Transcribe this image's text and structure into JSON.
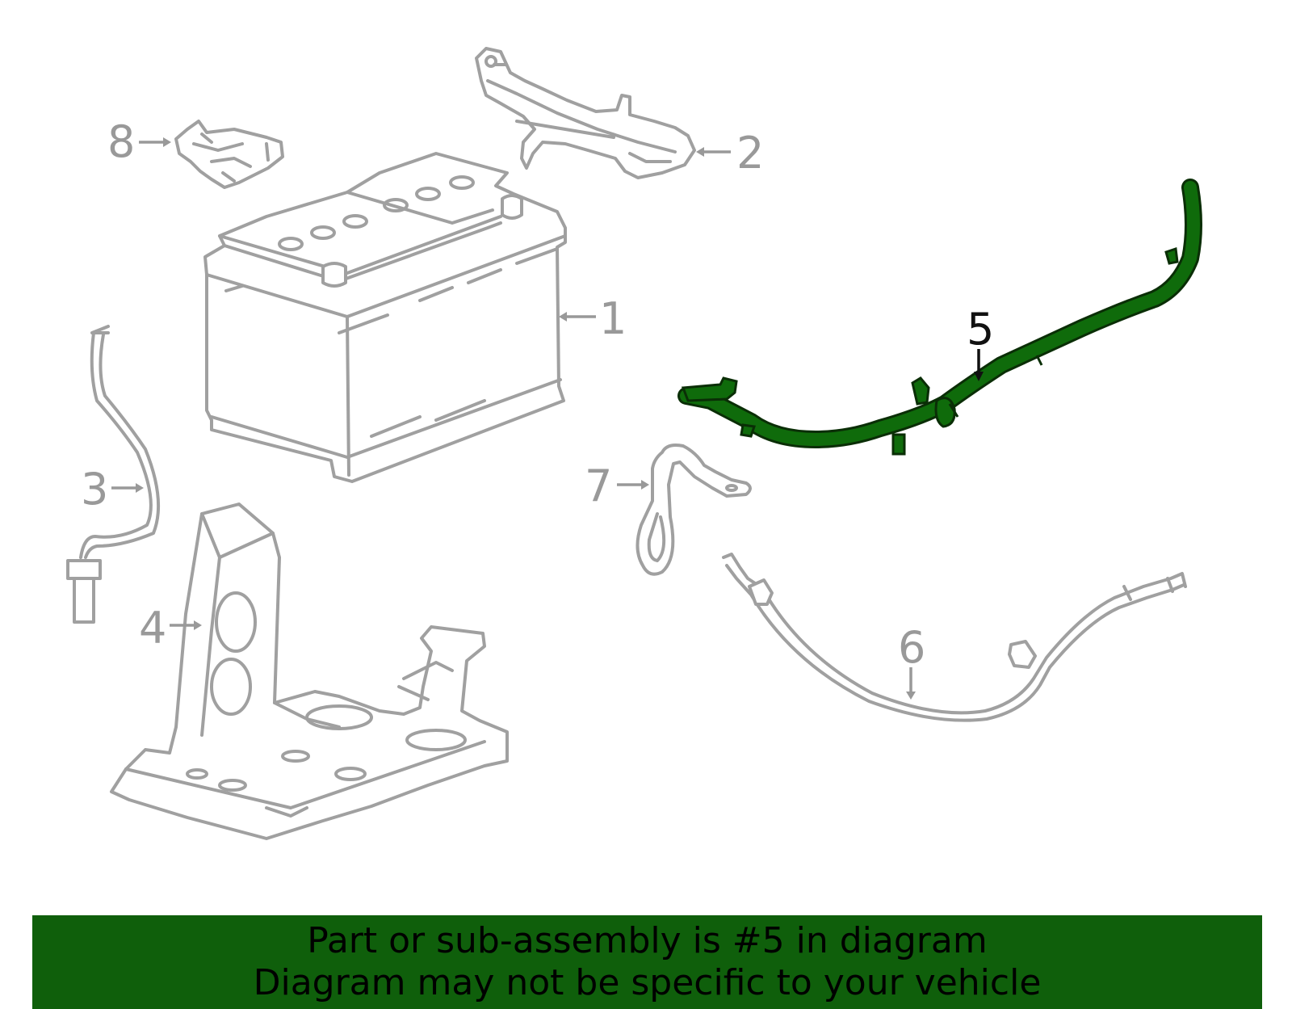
{
  "callouts": {
    "c1": "1",
    "c2": "2",
    "c3": "3",
    "c4": "4",
    "c5": "5",
    "c6": "6",
    "c7": "7",
    "c8": "8"
  },
  "highlighted_part": "5",
  "colors": {
    "highlight": "#0f6b0b",
    "highlight_outline": "#0a2e06",
    "banner": "#0f5f0b",
    "line_art": "#a0a0a0"
  },
  "banner": {
    "line1": "Part or sub-assembly is #5 in diagram",
    "line2": "Diagram may not be specific to your vehicle"
  }
}
